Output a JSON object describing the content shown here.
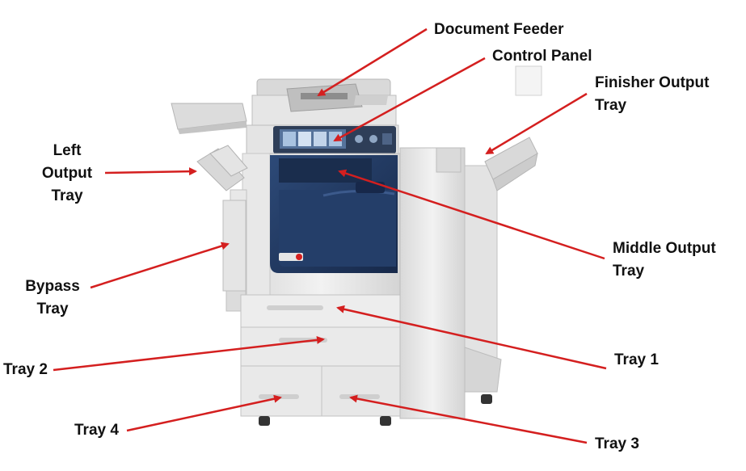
{
  "labels": {
    "document_feeder": "Document Feeder",
    "control_panel": "Control Panel",
    "finisher_output_tray": [
      "Finisher Output",
      "Tray"
    ],
    "left_output_tray": [
      "Left",
      "Output",
      "Tray"
    ],
    "middle_output_tray": [
      "Middle Output",
      "Tray"
    ],
    "bypass_tray": [
      "Bypass",
      "Tray"
    ],
    "tray_1": "Tray 1",
    "tray_2": "Tray 2",
    "tray_3": "Tray 3",
    "tray_4": "Tray 4"
  },
  "colors": {
    "arrow": "#d41f1f",
    "body": "#e9e9e9",
    "door": "#223a63",
    "background": "#ffffff"
  },
  "icons": [
    "printer-logo-icon",
    "arrowhead-icon"
  ]
}
